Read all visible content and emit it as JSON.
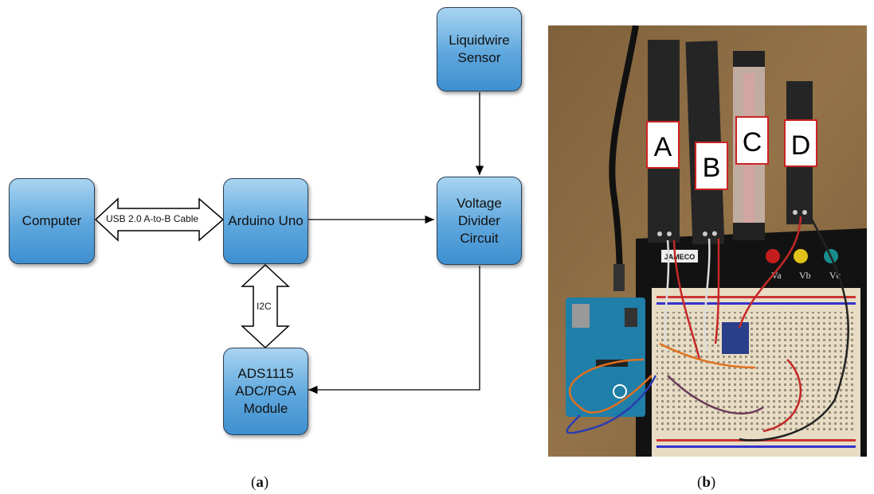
{
  "panel_a": {
    "blocks": {
      "computer": "Computer",
      "arduino": "Arduino Uno",
      "sensor": "Liquidwire\nSensor",
      "divider": "Voltage\nDivider\nCircuit",
      "adc": "ADS1115\nADC/PGA\nModule"
    },
    "usb_label": "USB 2.0 A-to-B Cable",
    "i2c_label": "I2C",
    "caption_open": "(",
    "caption_letter": "a",
    "caption_close": ")"
  },
  "panel_b": {
    "sensor_labels": [
      "A",
      "B",
      "C",
      "D"
    ],
    "board_brand": "JAMECO",
    "terminal_labels": [
      "Va",
      "Vb",
      "Vc"
    ],
    "caption_open": "(",
    "caption_letter": "b",
    "caption_close": ")"
  },
  "colors": {
    "block_fill": "#5ea7dd",
    "block_border": "#2c3f55",
    "arrow": "#000000",
    "label_border": "#cc2222"
  }
}
